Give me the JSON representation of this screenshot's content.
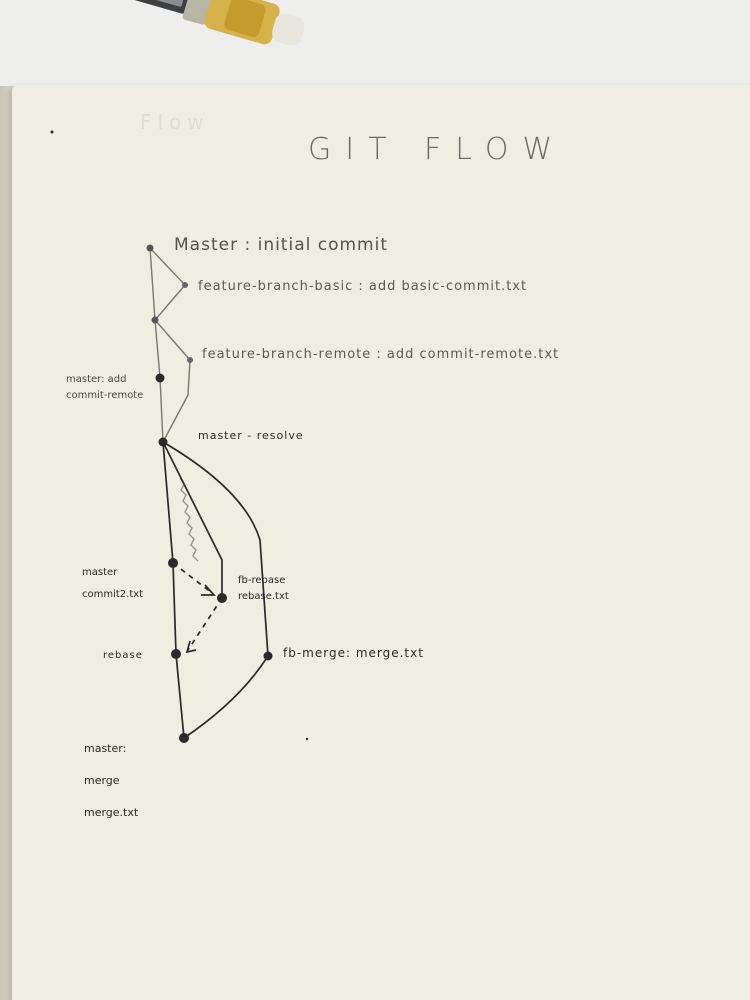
{
  "title": "GIT FLOW",
  "ghost_text": "Flow",
  "commits": [
    {
      "id": "c-master-initial",
      "label": "Master : initial commit"
    },
    {
      "id": "c-feature-basic",
      "label": "feature-branch-basic : add basic-commit.txt"
    },
    {
      "id": "c-feature-remote",
      "label": "feature-branch-remote : add commit-remote.txt"
    },
    {
      "id": "c-master-add-commit-remote",
      "label": "master: add commit-remote"
    },
    {
      "id": "c-master-resolve",
      "label": "master - resolve"
    },
    {
      "id": "c-master-commit2",
      "label": "master commit2.txt"
    },
    {
      "id": "c-fb-rebase",
      "label": "fb-rebase rebase.txt"
    },
    {
      "id": "c-rebase",
      "label": "rebase"
    },
    {
      "id": "c-fb-merge",
      "label": "fb-merge: merge.txt"
    },
    {
      "id": "c-master-merge",
      "label": "master: merge merge.txt"
    }
  ],
  "colors": {
    "paper": "#f0ede1",
    "ink": "#2b2a28",
    "pencil": "#6f6d68"
  }
}
